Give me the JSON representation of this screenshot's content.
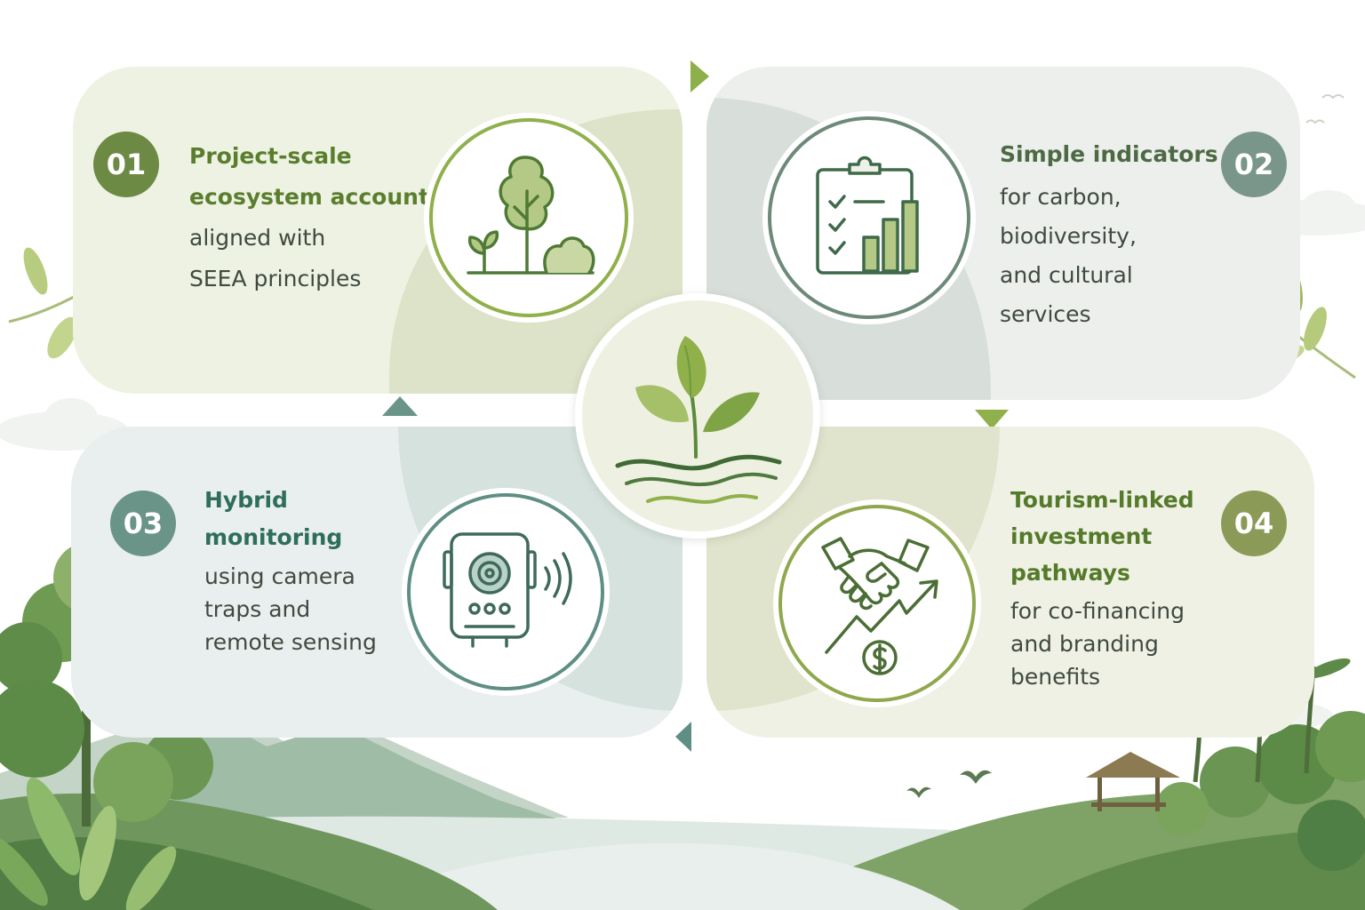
{
  "steps": [
    {
      "number": "01",
      "title_lines": [
        "Project-scale",
        "ecosystem accounts"
      ],
      "body_lines": [
        "aligned with",
        "SEEA principles"
      ],
      "icon": "tree-growth-icon",
      "color": "#6d8a45"
    },
    {
      "number": "02",
      "title_lines": [
        "Simple indicators"
      ],
      "body_lines": [
        "for carbon,",
        "biodiversity,",
        "and cultural",
        "services"
      ],
      "icon": "clipboard-chart-icon",
      "color": "#7a968a"
    },
    {
      "number": "03",
      "title_lines": [
        "Hybrid",
        "monitoring"
      ],
      "body_lines": [
        "using camera",
        "traps and",
        "remote sensing"
      ],
      "icon": "camera-trap-icon",
      "color": "#6a9488"
    },
    {
      "number": "04",
      "title_lines": [
        "Tourism-linked",
        "investment",
        "pathways"
      ],
      "body_lines": [
        "for co-financing",
        "and branding",
        "benefits"
      ],
      "icon": "handshake-investment-icon",
      "color": "#8c9a58"
    }
  ],
  "center_icon": "sprout-water-icon",
  "accent_colors": {
    "leaf": "#8fb04a",
    "sage": "#7a968a",
    "teal": "#5f8f84",
    "olive": "#8c9a58"
  }
}
